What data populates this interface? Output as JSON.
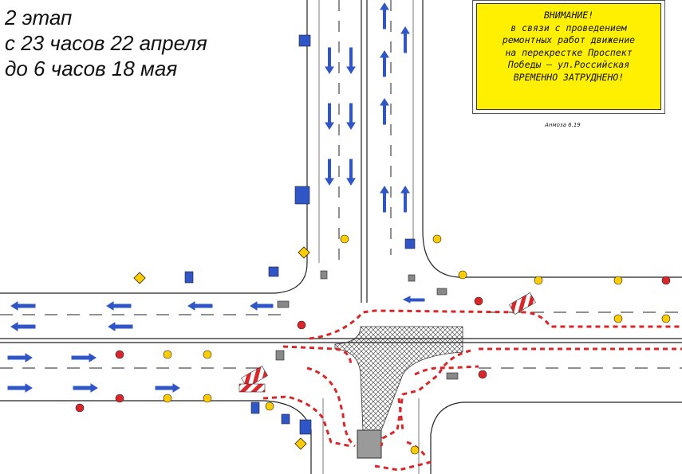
{
  "stage_title": [
    "2 этап",
    "с 23 часов 22 апреля",
    "до 6 часов 18 мая"
  ],
  "notice": {
    "lines": [
      "ВНИМАНИЕ!",
      "в связи с проведением",
      "ремонтных работ движение",
      "на перекрестке Проспект",
      "Победы – ул.Российская",
      "ВРЕМЕННО ЗАТРУДНЕНО!"
    ],
    "background": "#ffef00"
  },
  "sheet_label": "Анмоза 6.19",
  "colors": {
    "barrier_red": "#d8262a",
    "arrow_blue": "#2f55c6",
    "sign_yellow": "#ffcc00",
    "road_line": "#222222"
  }
}
